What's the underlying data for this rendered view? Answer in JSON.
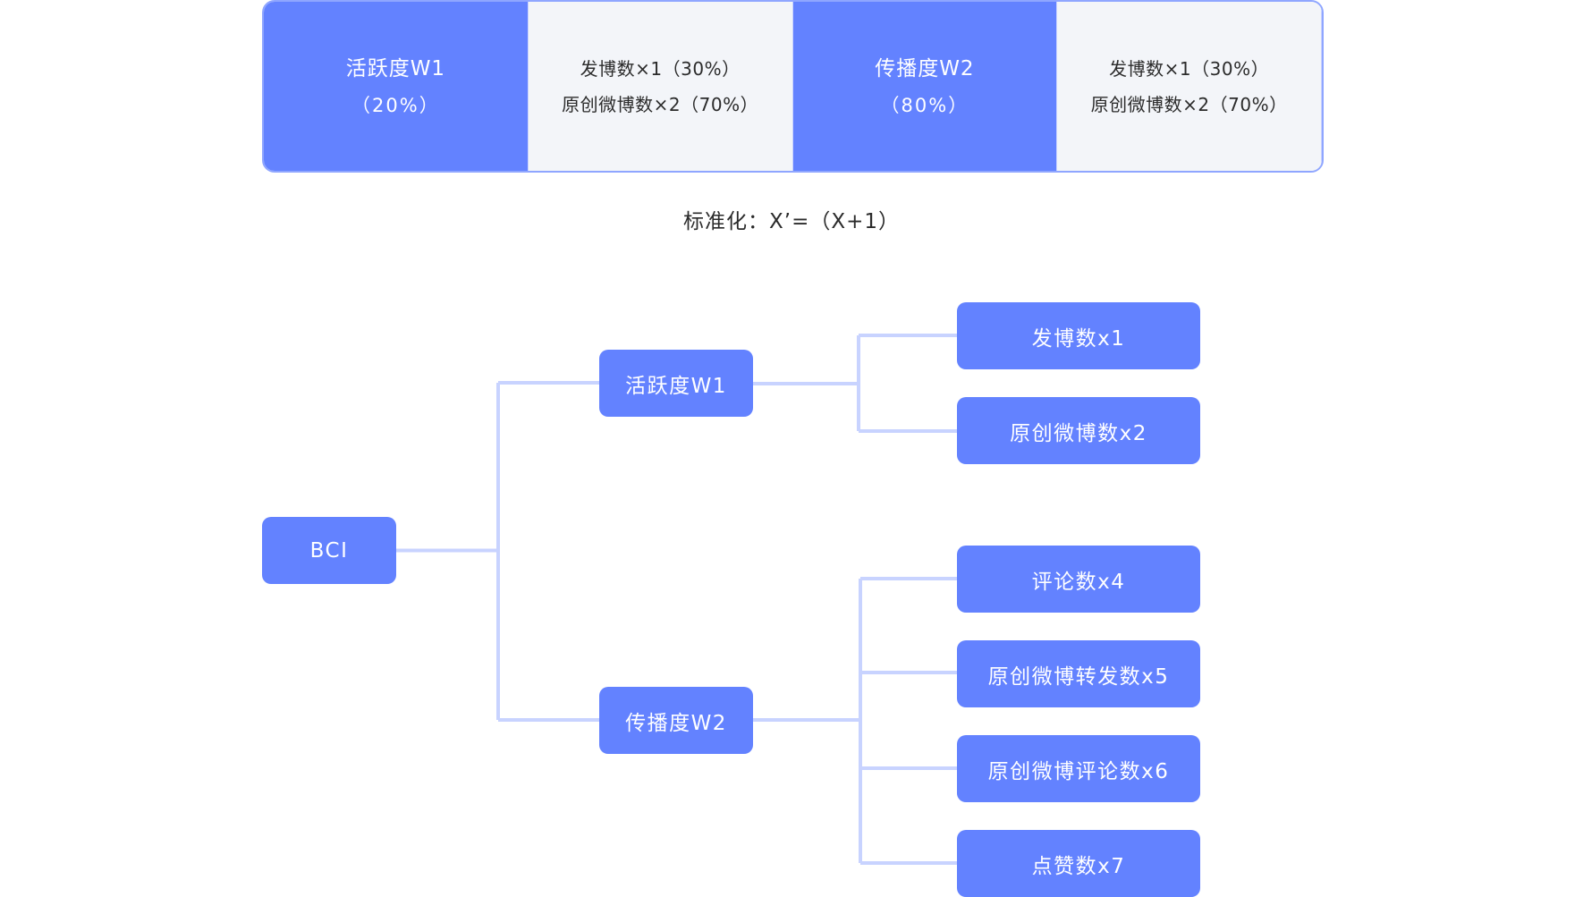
{
  "table": {
    "activity": {
      "name": "活跃度W1",
      "percent": "（20%）"
    },
    "activity_metrics": [
      "发博数×1（30%）",
      "原创微博数×2（70%）"
    ],
    "spread": {
      "name": "传播度W2",
      "percent": "（80%）"
    },
    "spread_metrics": [
      "发博数×1（30%）",
      "原创微博数×2（70%）"
    ]
  },
  "formula": "标准化：X’=（X+1）",
  "tree": {
    "root": "BCI",
    "branches": [
      {
        "label": "活跃度W1",
        "leaves": [
          "发博数x1",
          "原创微博数x2"
        ]
      },
      {
        "label": "传播度W2",
        "leaves": [
          "评论数x4",
          "原创微博转发数x5",
          "原创微博评论数x6",
          "点赞数x7"
        ]
      }
    ]
  },
  "colors": {
    "node_fill": "#6382ff",
    "connector": "#c8d3ff",
    "table_border": "#8fa6ff",
    "metric_cell_bg": "#f3f5f9"
  }
}
